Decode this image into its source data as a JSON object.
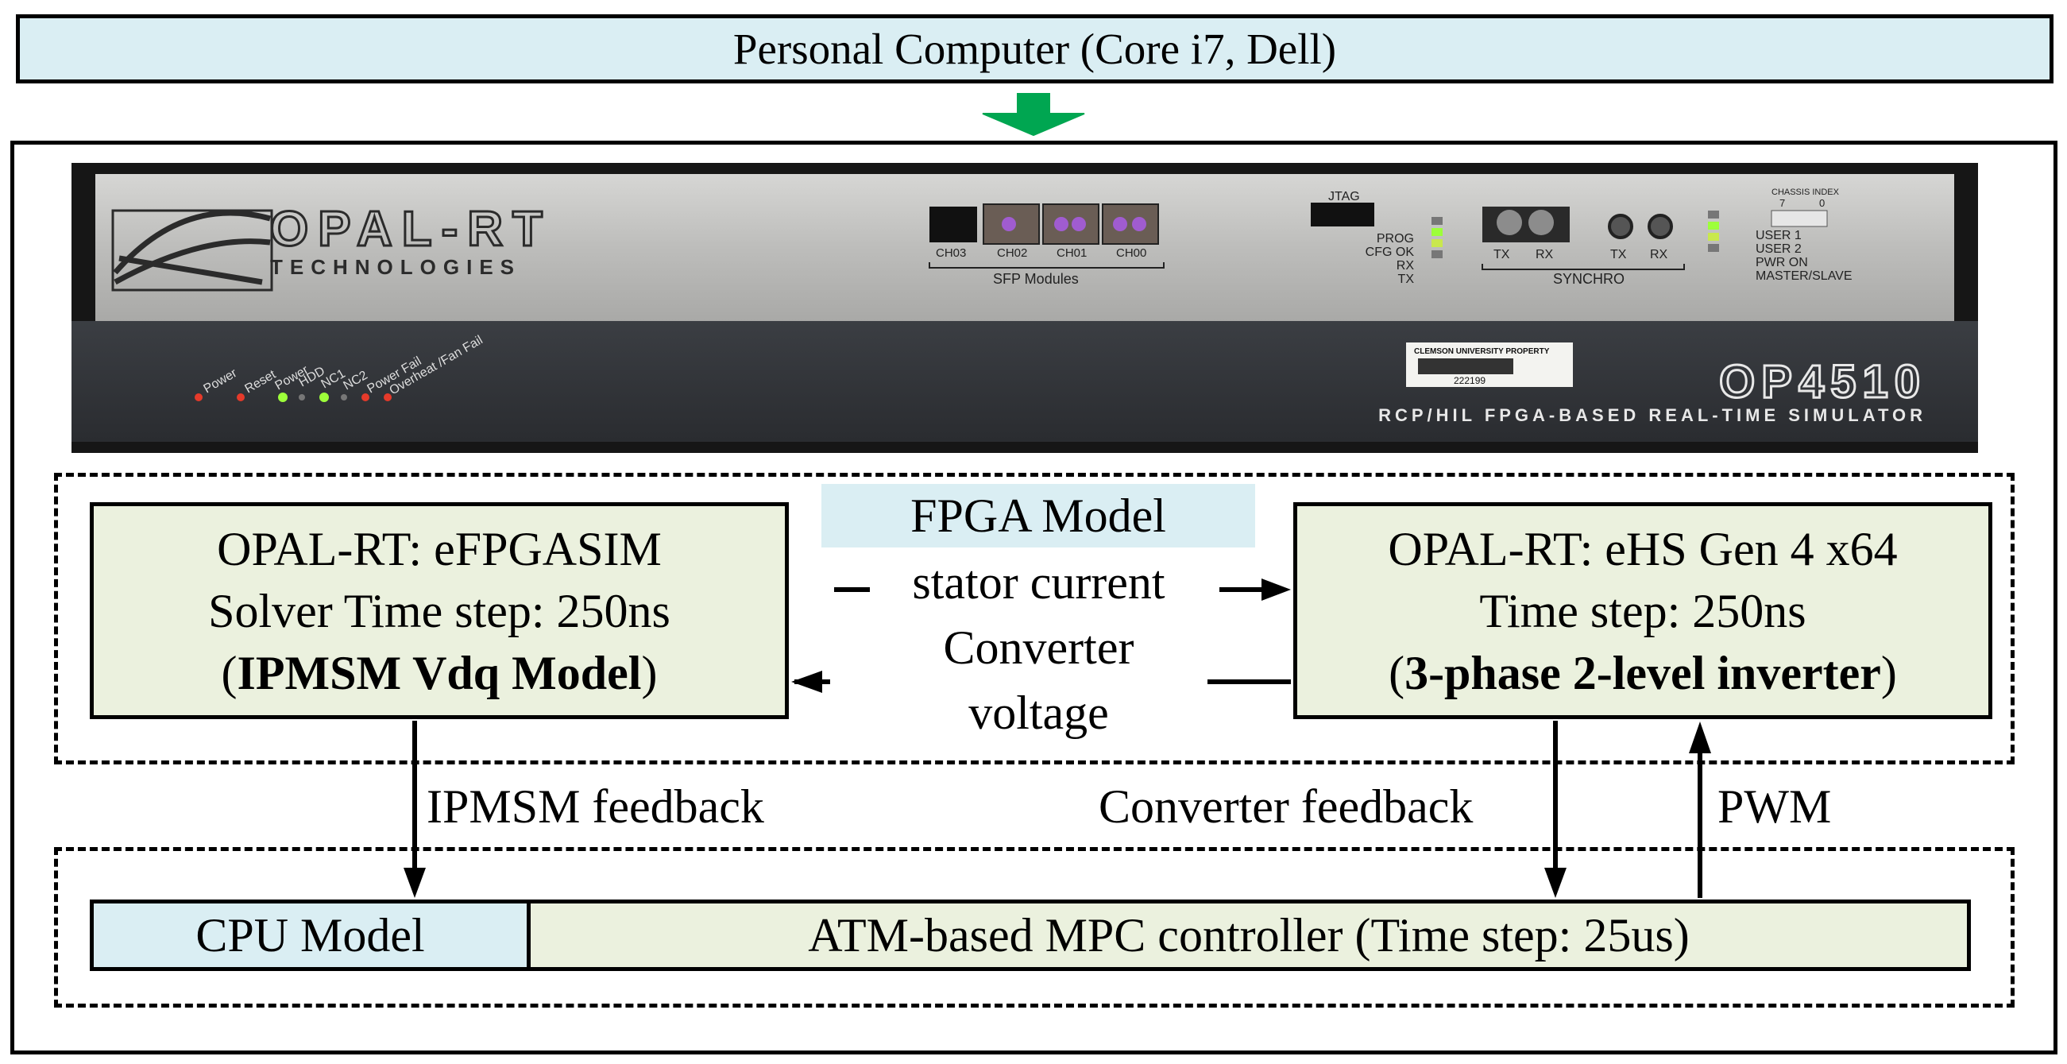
{
  "pc": {
    "label": "Personal Computer (Core i7, Dell)"
  },
  "device": {
    "brand": "OPAL-RT",
    "brand_sub": "TECHNOLOGIES",
    "model": "OP4510",
    "subtitle": "RCP/HIL FPGA-BASED REAL-TIME SIMULATOR",
    "sfp_ports": [
      "CH03",
      "CH02",
      "CH01",
      "CH00"
    ],
    "sfp_label": "SFP Modules",
    "jtag": "JTAG",
    "status_leds": [
      "PROG",
      "CFG OK",
      "RX",
      "TX"
    ],
    "synchro_ports": [
      "TX",
      "RX",
      "TX",
      "RX"
    ],
    "synchro_label": "SYNCHRO",
    "chassis_index": "CHASSIS INDEX",
    "chassis_digits": [
      "7",
      "0"
    ],
    "user_leds": [
      "USER 1",
      "USER 2",
      "PWR ON",
      "MASTER/SLAVE"
    ],
    "front_leds": [
      "Power",
      "Reset",
      "Power",
      "HDD",
      "NC1",
      "NC2",
      "Power Fail",
      "Overheat /Fan Fail"
    ],
    "sticker_title": "CLEMSON UNIVERSITY PROPERTY",
    "sticker_number": "222199"
  },
  "fpga": {
    "label": "FPGA Model",
    "left": {
      "line1": "OPAL-RT: eFPGASIM",
      "line2": "Solver Time step: 250ns",
      "line3_pre": "(",
      "line3_bold": "IPMSM Vdq Model",
      "line3_post": ")"
    },
    "right": {
      "line1": "OPAL-RT: eHS Gen 4 x64",
      "line2": "Time step: 250ns",
      "line3_pre": "(",
      "line3_bold": "3-phase 2-level inverter",
      "line3_post": ")"
    },
    "signal_to_right": "stator current",
    "signal_to_left_1": "Converter",
    "signal_to_left_2": "voltage"
  },
  "feedback": {
    "ipmsm": "IPMSM feedback",
    "converter": "Converter feedback",
    "pwm": "PWM"
  },
  "cpu": {
    "label": "CPU Model",
    "controller": "ATM-based MPC controller (Time step: 25us)"
  },
  "colors": {
    "light_blue": "#daeef3",
    "light_green": "#ebf1de",
    "arrow_green": "#00a651",
    "led_green": "#9dff3a",
    "led_red": "#e53a2a"
  }
}
